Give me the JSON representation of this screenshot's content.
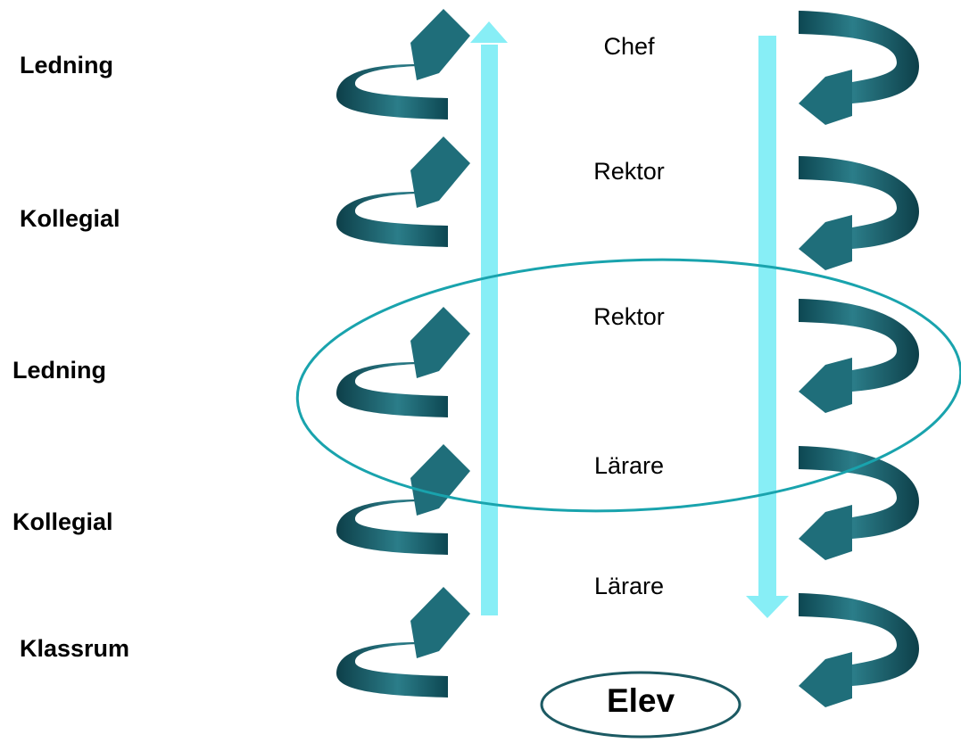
{
  "levels": [
    "Ledning",
    "Kollegial",
    "Ledning",
    "Kollegial",
    "Klassrum"
  ],
  "roles": [
    "Chef",
    "Rektor",
    "Rektor",
    "Lärare",
    "Lärare"
  ],
  "center": "Elev",
  "colors": {
    "teal_dark": "#0d4752",
    "teal_mid": "#1f6e7a",
    "teal_light": "#4fa1ad",
    "light_arrow": "#87eef6",
    "ellipse": "#19a3ad",
    "elev_outline": "#1c5a63"
  },
  "icons": [
    "up-arrow-icon",
    "down-arrow-icon",
    "left-cycle-arrow-icon",
    "right-cycle-arrow-icon"
  ]
}
